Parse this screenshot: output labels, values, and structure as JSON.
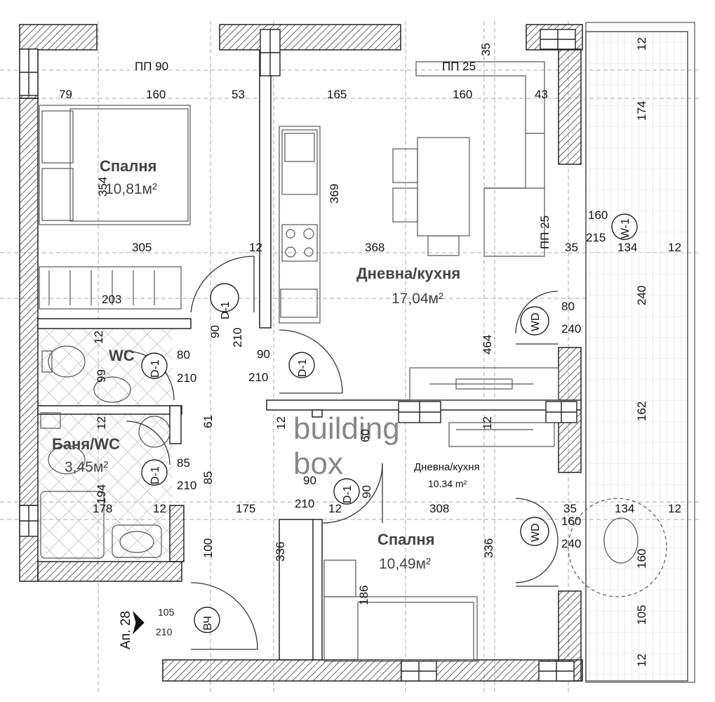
{
  "rooms": {
    "bedroom1_name": "Спалня",
    "bedroom1_area": "10,81м²",
    "living1_name": "Дневна/кухня",
    "living1_area": "17,04м²",
    "wc_name": "WC",
    "bath_name": "Баня/WC",
    "bath_area": "3,45м²",
    "living2_name": "Дневна/кухня",
    "living2_area": "10.34 m²",
    "bedroom2_name": "Спалня",
    "bedroom2_area": "10,49м²"
  },
  "tags": {
    "pp90": "ПП 90",
    "pp25_top": "ПП 25",
    "pp25_side": "ПП 25",
    "w1": "W-1",
    "d1": "D-1",
    "wd": "WD",
    "b1": "ВЧ",
    "apt": "Ап. 28"
  },
  "dims": {
    "d79": "79",
    "d160a": "160",
    "d53": "53",
    "d165": "165",
    "d160b": "160",
    "d43": "43",
    "d35top": "35",
    "d12top": "12",
    "d174": "174",
    "d354": "354",
    "d369": "369",
    "d305": "305",
    "d12a": "12",
    "d368": "368",
    "d160c": "160",
    "d215": "215",
    "d134a": "134",
    "d12b": "12",
    "d35a": "35",
    "d203": "203",
    "d240v": "240",
    "d80a": "80",
    "d240a": "240",
    "d90a": "90",
    "d210a": "210",
    "d12c": "12",
    "d80b": "80",
    "d210b": "210",
    "d99": "99",
    "d90b": "90",
    "d210c": "210",
    "d464": "464",
    "d12d": "12",
    "d61": "61",
    "d12e": "12",
    "d60": "60",
    "d12f": "12",
    "d162": "162",
    "d85a": "85",
    "d210d": "210",
    "d85b": "85",
    "d194": "194",
    "d90c": "90",
    "d210e": "210",
    "d12g": "12",
    "d90d": "90",
    "d178": "178",
    "d12h": "12",
    "d175": "175",
    "d308": "308",
    "d35b": "35",
    "d134b": "134",
    "d12i": "12",
    "d160d": "160",
    "d240b": "240",
    "d100": "100",
    "d336a": "336",
    "d336b": "336",
    "d186": "186",
    "d160e": "160",
    "d105a": "105",
    "d210f": "210",
    "d105b": "105",
    "d12j": "12"
  },
  "watermark": {
    "line1": "building",
    "line2": "box"
  }
}
